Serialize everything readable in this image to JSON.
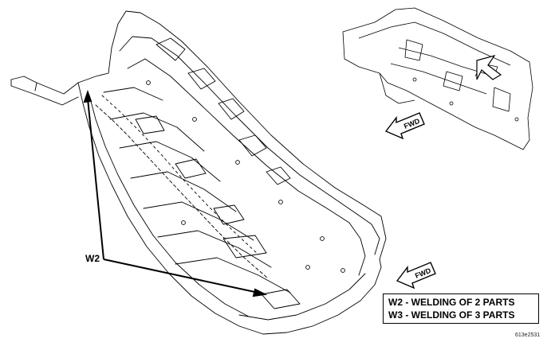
{
  "callouts": {
    "w2": "W2"
  },
  "direction_markers": {
    "upper": "FWD",
    "lower": "FWD"
  },
  "legend": {
    "lines": [
      "W2 - WELDING OF 2 PARTS",
      "W3 - WELDING OF 3 PARTS"
    ]
  },
  "figure_id": "613e2531",
  "colors": {
    "line": "#000000",
    "background": "#ffffff"
  }
}
